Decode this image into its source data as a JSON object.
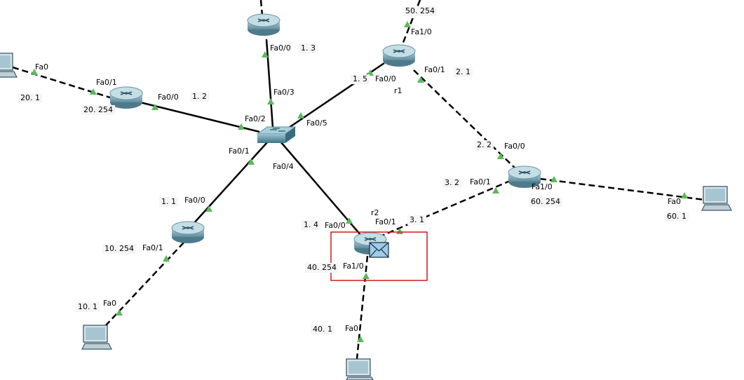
{
  "routers": {
    "top": {
      "name": ""
    },
    "r1": {
      "name": "r1"
    },
    "left": {
      "name": ""
    },
    "right": {
      "name": ""
    },
    "bottom_left": {
      "name": ""
    },
    "r2": {
      "name": "r2"
    }
  },
  "switch": {
    "name": ""
  },
  "pcs": {
    "pc_left": {
      "name": ""
    },
    "pc_bottom_left": {
      "name": ""
    },
    "pc_bottom": {
      "name": ""
    },
    "pc_right": {
      "name": ""
    }
  },
  "ports": {
    "pc_left_fa0": "Fa0",
    "left_router_fa01": "Fa0/1",
    "left_router_fa00": "Fa0/0",
    "top_router_fa00": "Fa0/0",
    "switch_fa03": "Fa0/3",
    "switch_fa02": "Fa0/2",
    "switch_fa05": "Fa0/5",
    "switch_fa01": "Fa0/1",
    "switch_fa04": "Fa0/4",
    "r1_fa10": "Fa1/0",
    "r1_fa00": "Fa0/0",
    "r1_fa01": "Fa0/1",
    "right_router_fa00": "Fa0/0",
    "right_router_fa01": "Fa0/1",
    "right_router_fa10": "Fa1/0",
    "pc_right_fa0": "Fa0",
    "bl_router_fa00": "Fa0/0",
    "bl_router_fa01": "Fa0/1",
    "pc_bl_fa0": "Fa0",
    "r2_fa00": "Fa0/0",
    "r2_fa01": "Fa0/1",
    "r2_fa10": "Fa1/0",
    "pc_bottom_fa0": "Fa0"
  },
  "ips": {
    "pc_left": "20. 1",
    "left_router_fa01": "20. 254",
    "left_router_fa00": "1. 2",
    "top_router_fa00": "1. 3",
    "r1_fa10": "50. 254",
    "r1_fa00": "1. 5",
    "r1_fa01": "2. 1",
    "right_router_fa00": "2. 2",
    "right_router_fa01": "3. 2",
    "right_router_fa10": "60. 254",
    "pc_right": "60. 1",
    "bl_router_fa00": "1. 1",
    "bl_router_fa01": "10. 254",
    "pc_bl": "10. 1",
    "r2_fa00": "1. 4",
    "r2_fa01": "3. 1",
    "r2_fa10": "40. 254",
    "pc_bottom": "40. 1"
  },
  "colors": {
    "link_indicator": "#5cb85c",
    "selection_box": "#d11a1a",
    "router_body": "#7fa9b8",
    "pdu_envelope": "#9fcbe8"
  },
  "pdu": {
    "icon": "envelope-icon"
  }
}
